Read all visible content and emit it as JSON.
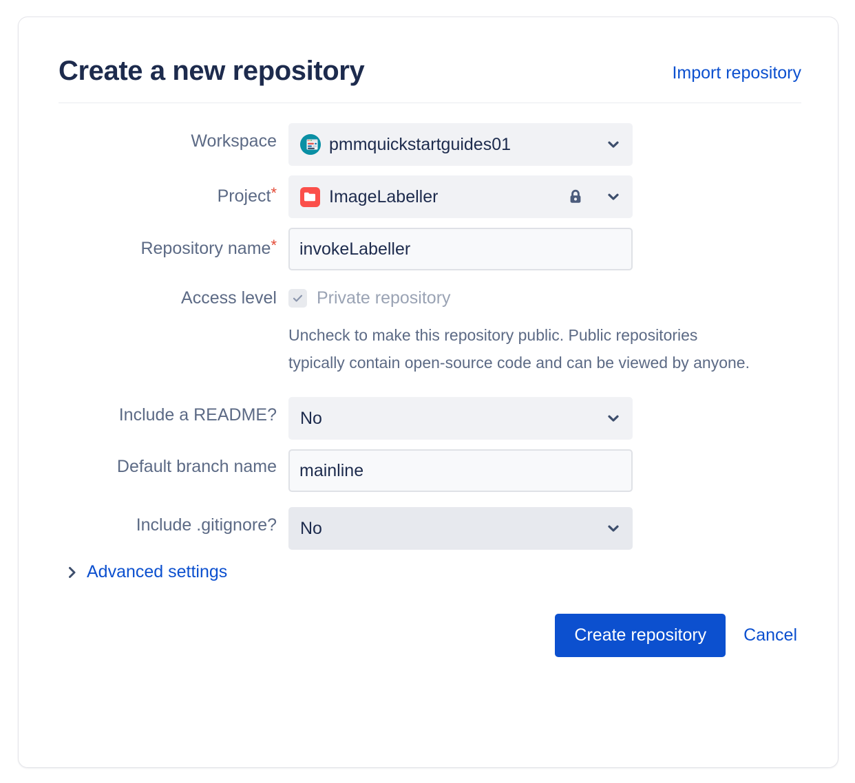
{
  "header": {
    "title": "Create a new repository",
    "import_link": "Import repository"
  },
  "form": {
    "workspace": {
      "label": "Workspace",
      "value": "pmmquickstartguides01",
      "avatar_icon": "workspace-avatar-icon",
      "chevron_icon": "chevron-down-icon"
    },
    "project": {
      "label": "Project",
      "required_marker": "*",
      "value": "ImageLabeller",
      "project_icon": "folder-icon",
      "lock_icon": "lock-icon",
      "chevron_icon": "chevron-down-icon",
      "icon_color": "#fb4f4a"
    },
    "repository_name": {
      "label": "Repository name",
      "required_marker": "*",
      "value": "invokeLabeller",
      "placeholder": "Repository name"
    },
    "access_level": {
      "label": "Access level",
      "checkbox_label": "Private repository",
      "checked": true,
      "check_icon": "check-icon",
      "help_text": "Uncheck to make this repository public. Public repositories typically contain open-source code and can be viewed by anyone."
    },
    "include_readme": {
      "label": "Include a README?",
      "value": "No",
      "chevron_icon": "chevron-down-icon"
    },
    "default_branch": {
      "label": "Default branch name",
      "value": "mainline",
      "placeholder": "Default branch name"
    },
    "include_gitignore": {
      "label": "Include .gitignore?",
      "value": "No",
      "chevron_icon": "chevron-down-icon"
    },
    "advanced_settings": {
      "label": "Advanced settings",
      "caret_icon": "chevron-right-icon",
      "expanded": false
    }
  },
  "footer": {
    "submit_label": "Create repository",
    "cancel_label": "Cancel"
  },
  "colors": {
    "accent": "#0c50cf",
    "title": "#1d2b4d",
    "label": "#5c6a85",
    "required": "#e34935",
    "field_bg": "#f1f2f5",
    "field_bg_hover": "#e7e9ee"
  }
}
